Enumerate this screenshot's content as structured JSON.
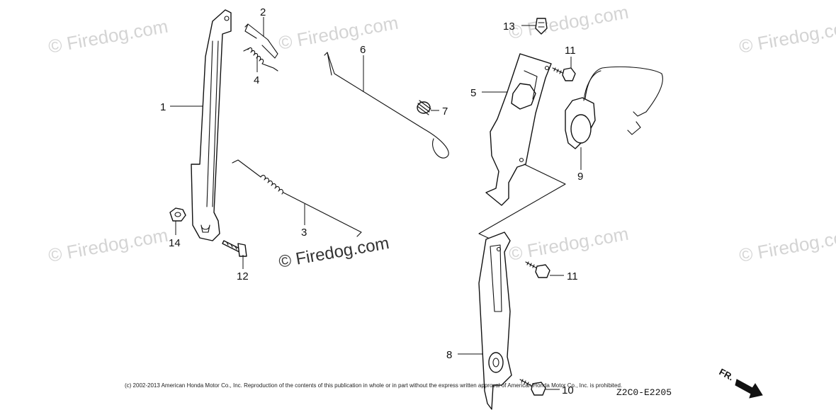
{
  "watermark": {
    "text": "© Firedog.com"
  },
  "callouts": [
    {
      "id": "1",
      "label": "1"
    },
    {
      "id": "2",
      "label": "2"
    },
    {
      "id": "3",
      "label": "3"
    },
    {
      "id": "4",
      "label": "4"
    },
    {
      "id": "5",
      "label": "5"
    },
    {
      "id": "6",
      "label": "6"
    },
    {
      "id": "7",
      "label": "7"
    },
    {
      "id": "8",
      "label": "8"
    },
    {
      "id": "9",
      "label": "9"
    },
    {
      "id": "10",
      "label": "10"
    },
    {
      "id": "11a",
      "label": "11"
    },
    {
      "id": "11b",
      "label": "11"
    },
    {
      "id": "12",
      "label": "12"
    },
    {
      "id": "13",
      "label": "13"
    },
    {
      "id": "14",
      "label": "14"
    }
  ],
  "footer": {
    "copyright": "(c) 2002-2013 American Honda Motor Co., Inc. Reproduction of the contents of this publication in whole or in part without the express written approval of American Honda Motor Co., Inc. is prohibited.",
    "diagram_code": "Z2C0-E2205",
    "direction_label": "FR."
  }
}
